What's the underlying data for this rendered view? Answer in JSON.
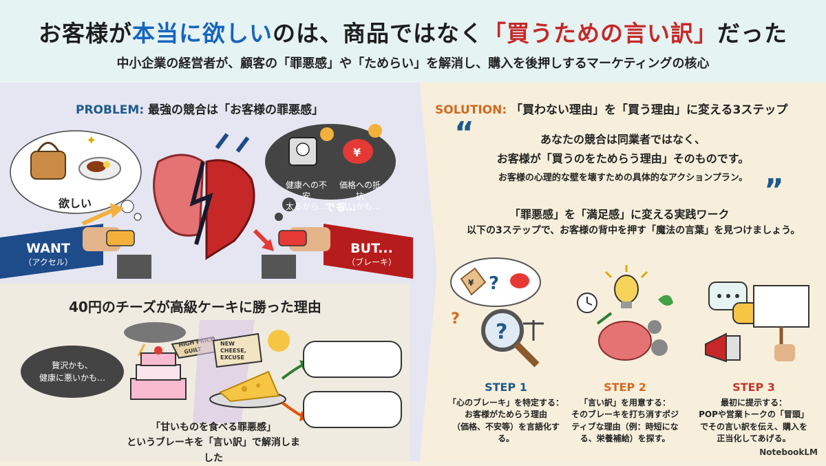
{
  "header": {
    "title_part1": "お客様が",
    "title_highlight1": "本当に欲しい",
    "title_part2": "のは、商品ではなく",
    "title_highlight2": "「買うための言い訳」",
    "title_part3": "だった",
    "subtitle": "中小企業の経営者が、顧客の「罪悪感」や「ためらい」を解消し、購入を後押しするマーケティングの核心"
  },
  "problem": {
    "tag": "PROBLEM:",
    "title": "最強の競合は「お客様の罪悪感」",
    "want_bubble": "欲しい",
    "worry_bubble_1": "健康への不安\n太るから…",
    "worry_bubble_2": "価格への抵抗\n高いかも…",
    "demo": "でも…",
    "want_label": "WANT",
    "want_sub": "（アクセル）",
    "but_label": "BUT...",
    "but_sub": "（ブレーキ）"
  },
  "story": {
    "title": "40円のチーズが高級ケーキに勝った理由",
    "dark_bubble": "贅沢かも、\n健康に悪いかも…",
    "sign_1": "HIGH PRICE\nGUILT",
    "sign_2": "NEW\nCHEESE,\nEXCUSE",
    "caption_line1": "「甘いものを食べる罪悪感」",
    "caption_line2": "というブレーキを「言い訳」で解消しました"
  },
  "solution": {
    "tag": "SOLUTION:",
    "title": "「買わない理由」を「買う理由」に変える3ステップ",
    "quote_line1": "あなたの競合は同業者ではなく、",
    "quote_line2": "お客様が「買うのをためらう理由」そのものです。",
    "quote_line3": "お客様の心理的な壁を壊すための具体的なアクションプラン。",
    "open_quote": "“",
    "close_quote": "”",
    "practice_title": "「罪悪感」を「満足感」に変える実践ワーク",
    "practice_sub": "以下の3ステップで、お客様の背中を押す「魔法の言葉」を見つけましょう。"
  },
  "steps": [
    {
      "head": "STEP 1",
      "color": "#1e5a8a",
      "body": "「心のブレーキ」を特定する：\nお客様がためらう理由\n（価格、不安等）を言語化する。"
    },
    {
      "head": "STEP 2",
      "color": "#d2691e",
      "body": "「言い訳」を用意する：\nそのブレーキを打ち消すポジ\nティブな理由（例：時短にな\nる、栄養補給）を探す。"
    },
    {
      "head": "STEP 3",
      "color": "#c0392b",
      "body": "最初に提示する：\nPOPや営業トークの「冒頭」\nでその言い訳を伝え、購入を\n正当化してあげる。"
    }
  ],
  "footer": {
    "logo": "NotebookLM"
  },
  "colors": {
    "blue": "#1565c0",
    "red": "#c62828",
    "navy": "#1e5a8a",
    "orange": "#d2691e"
  }
}
